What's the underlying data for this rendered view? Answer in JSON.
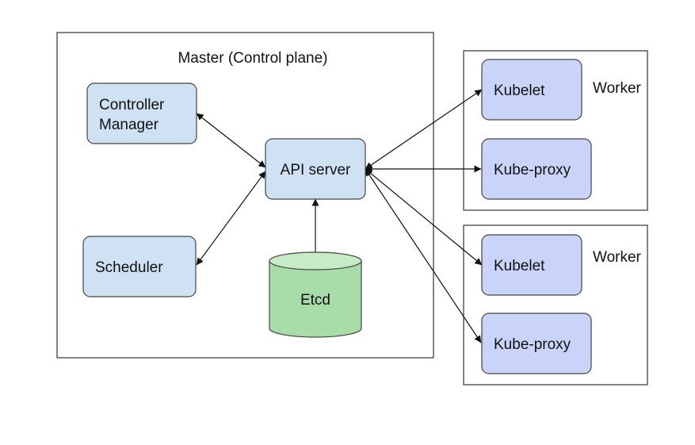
{
  "master": {
    "title": "Master (Control plane)"
  },
  "components": {
    "controller_manager_line1": "Controller",
    "controller_manager_line2": "Manager",
    "api_server": "API server",
    "scheduler": "Scheduler",
    "etcd": "Etcd"
  },
  "workers": [
    {
      "title": "Worker",
      "kubelet": "Kubelet",
      "kube_proxy": "Kube-proxy"
    },
    {
      "title": "Worker",
      "kubelet": "Kubelet",
      "kube_proxy": "Kube-proxy"
    }
  ],
  "colors": {
    "master_node_fill": "#cfe2f3",
    "worker_node_fill": "#c9d4f8",
    "etcd_fill": "#a8dca8"
  }
}
